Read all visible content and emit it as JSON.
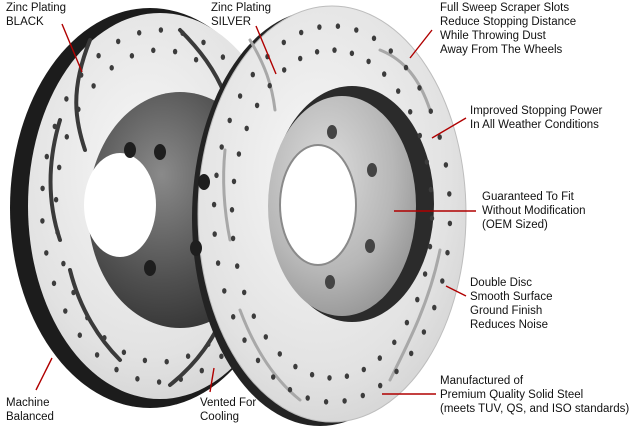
{
  "callouts": {
    "black_plating": [
      "Zinc Plating",
      "BLACK"
    ],
    "silver_plating": [
      "Zinc Plating",
      "SILVER"
    ],
    "scraper_slots": [
      "Full Sweep Scraper Slots",
      "Reduce Stopping Distance",
      "While Throwing Dust",
      "Away From The Wheels"
    ],
    "stopping_power": [
      "Improved Stopping Power",
      "In All Weather Conditions"
    ],
    "fit": [
      "Guaranteed To Fit",
      "Without Modification",
      "(OEM Sized)"
    ],
    "double_disc": [
      "Double Disc",
      "Smooth Surface",
      "Ground Finish",
      "Reduces Noise"
    ],
    "steel": [
      "Manufactured of",
      "Premium Quality Solid Steel",
      "(meets TUV, QS, and ISO standards)"
    ],
    "machine": [
      "Machine",
      "Balanced"
    ],
    "vented": [
      "Vented For",
      "Cooling"
    ]
  },
  "colors": {
    "leader_line": "#b00000",
    "rotor_face": "#e6e6e6",
    "hat_dark": "#4a4a4a",
    "black_edge": "#1c1c1c"
  }
}
